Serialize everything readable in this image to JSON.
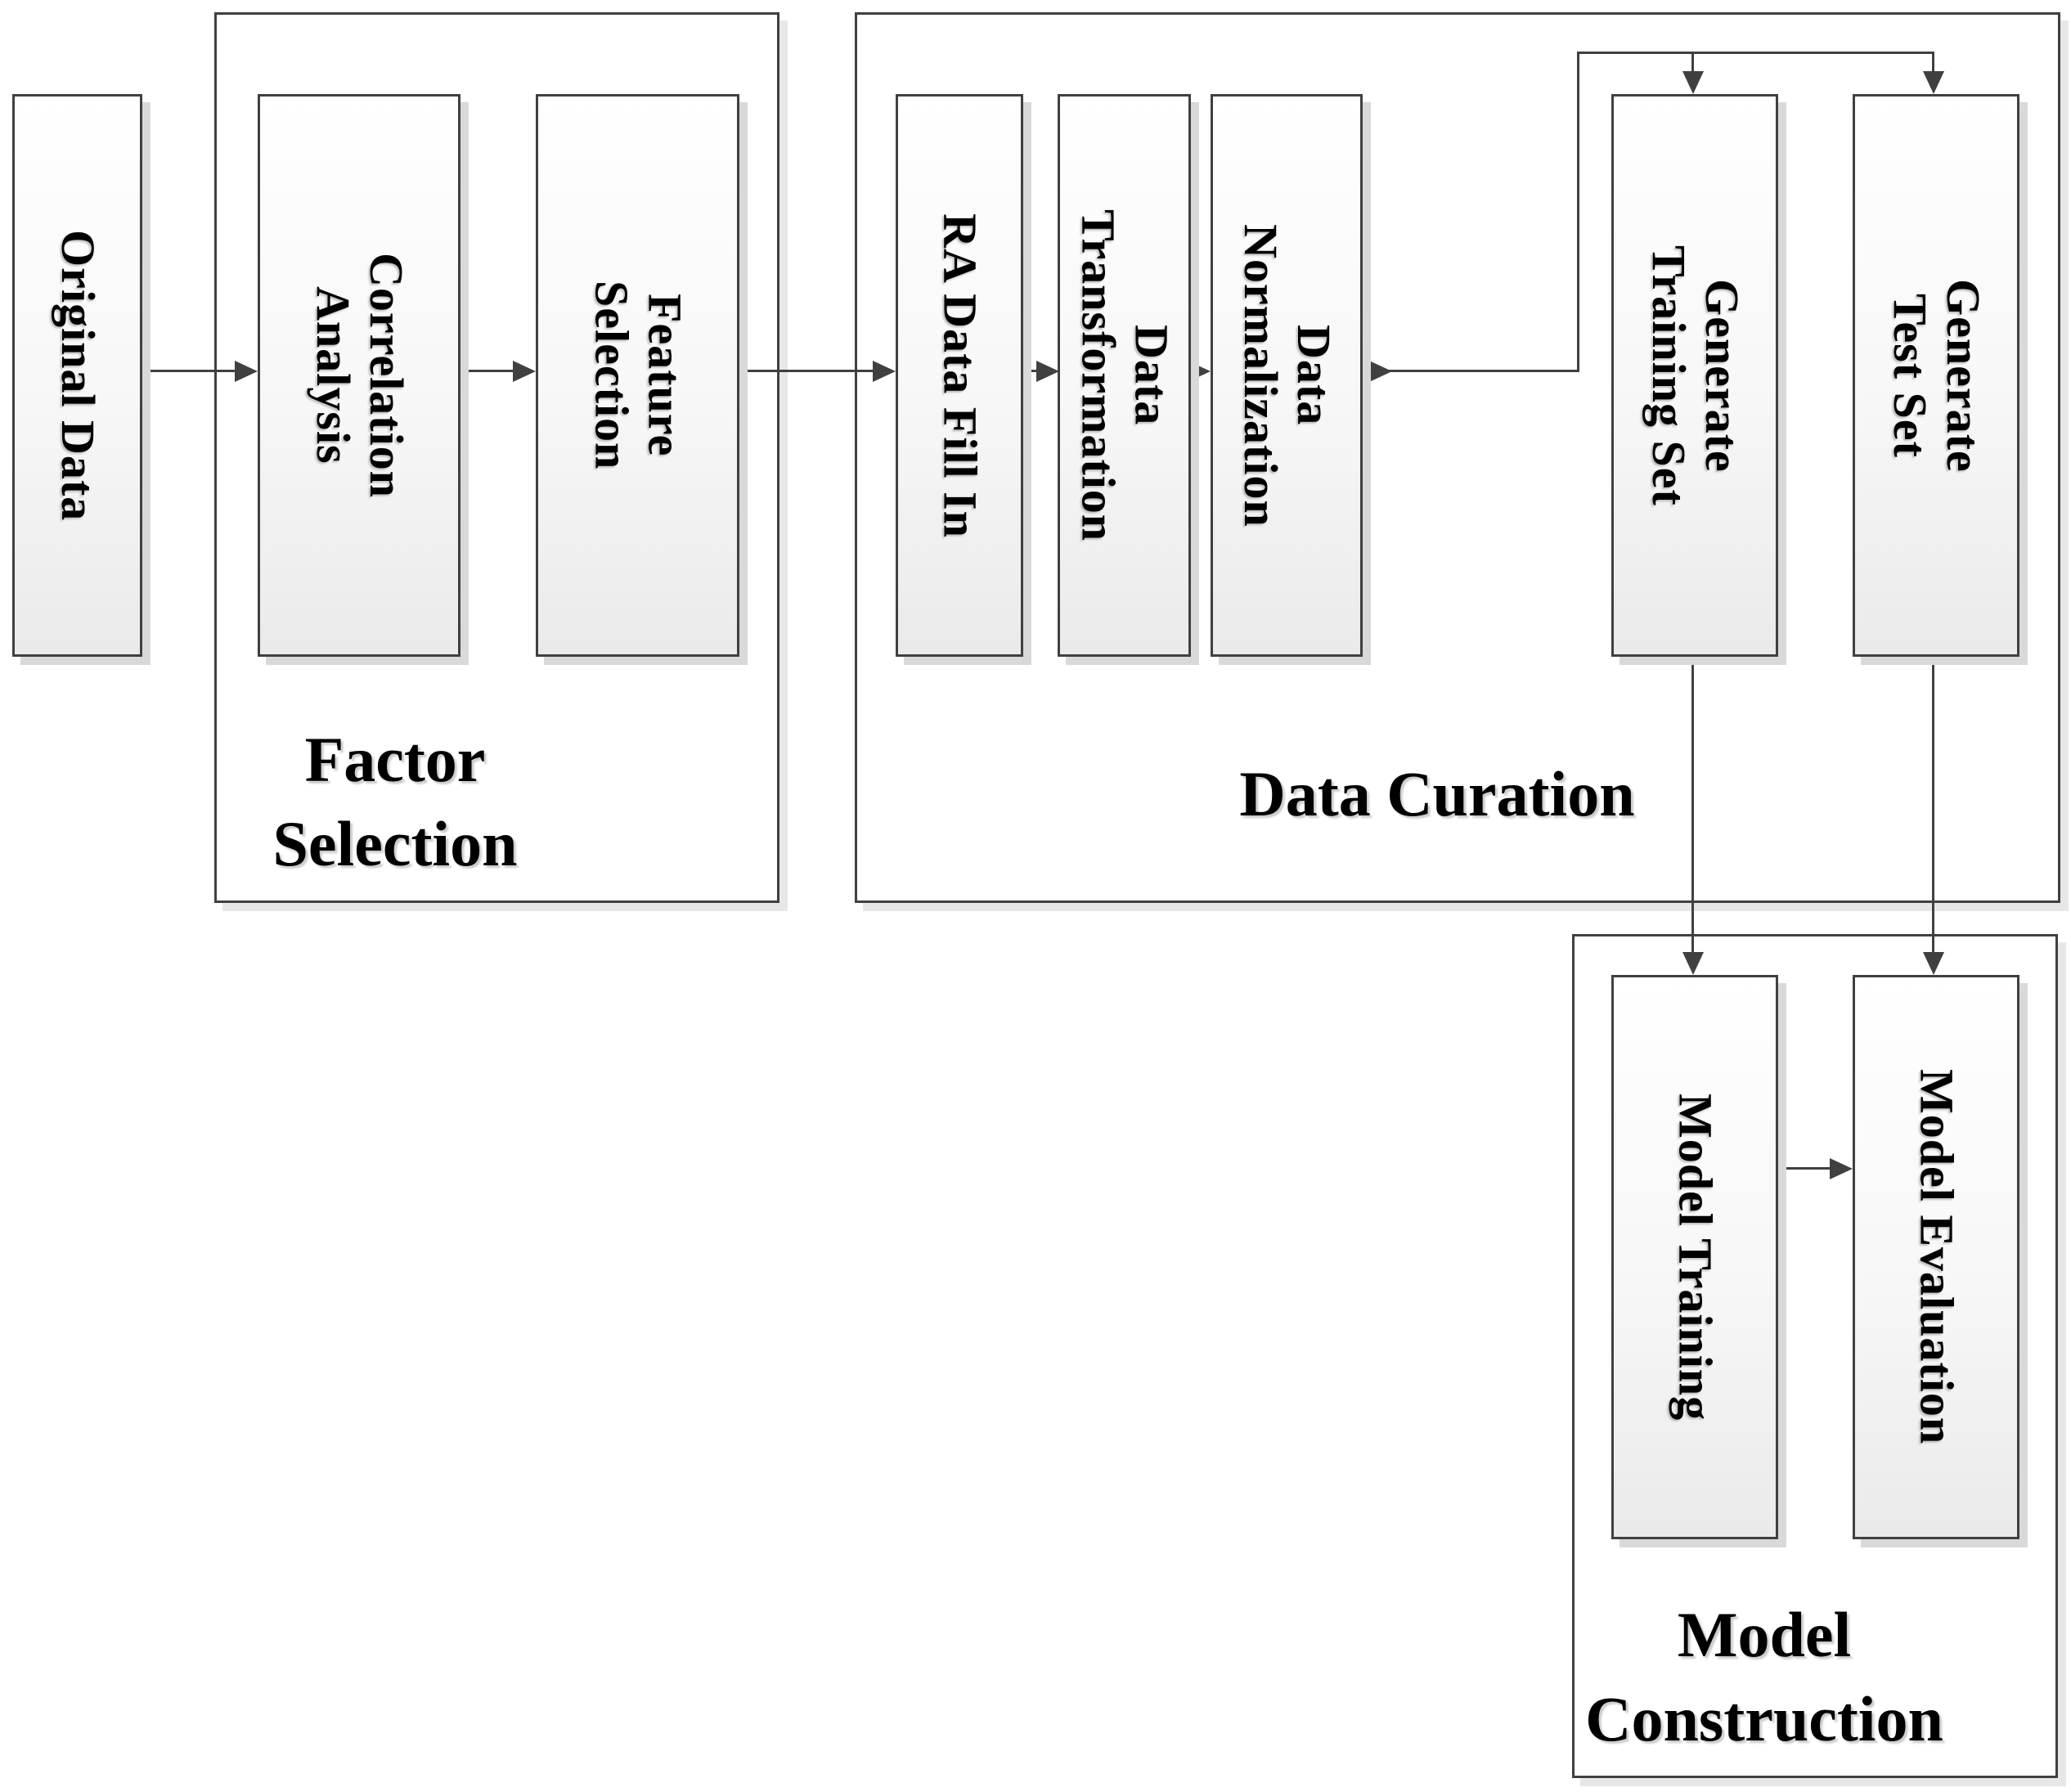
{
  "figure_title": "Modeling workflow diagram",
  "nodes": {
    "original_data": {
      "label": "Original Data"
    },
    "correlation_analysis": {
      "label": "Correlation\nAnalysis"
    },
    "feature_selection": {
      "label": "Feature\nSelection"
    },
    "ra_data_fill_in": {
      "label": "RA Data Fill In"
    },
    "data_transformation": {
      "label": "Data\nTransformation"
    },
    "data_normalization": {
      "label": "Data\nNormalization"
    },
    "generate_training_set": {
      "label": "Generate\nTraining Set"
    },
    "generate_test_set": {
      "label": "Generate\nTest Set"
    },
    "model_training": {
      "label": "Model Training"
    },
    "model_evaluation": {
      "label": "Model Evaluation"
    }
  },
  "groups": {
    "factor_selection": {
      "label": "Factor\nSelection"
    },
    "data_curation": {
      "label": "Data Curation"
    },
    "model_construction": {
      "label": "Model\nConstruction"
    }
  },
  "edges": [
    "original_data -> correlation_analysis",
    "correlation_analysis -> feature_selection",
    "feature_selection -> ra_data_fill_in",
    "ra_data_fill_in -> data_transformation",
    "data_transformation -> data_normalization",
    "data_normalization -> generate_training_set",
    "data_normalization -> generate_test_set",
    "generate_training_set -> model_training",
    "generate_test_set -> model_evaluation",
    "model_training -> model_evaluation"
  ],
  "colors": {
    "border": "#404040",
    "connector": "#404040",
    "text": "#000000",
    "shadow": "#d9d9d9",
    "group_shadow": "#e7e7e7",
    "box_fill_top": "#ffffff",
    "box_fill_bottom": "#eaeaea",
    "background": "#ffffff"
  }
}
